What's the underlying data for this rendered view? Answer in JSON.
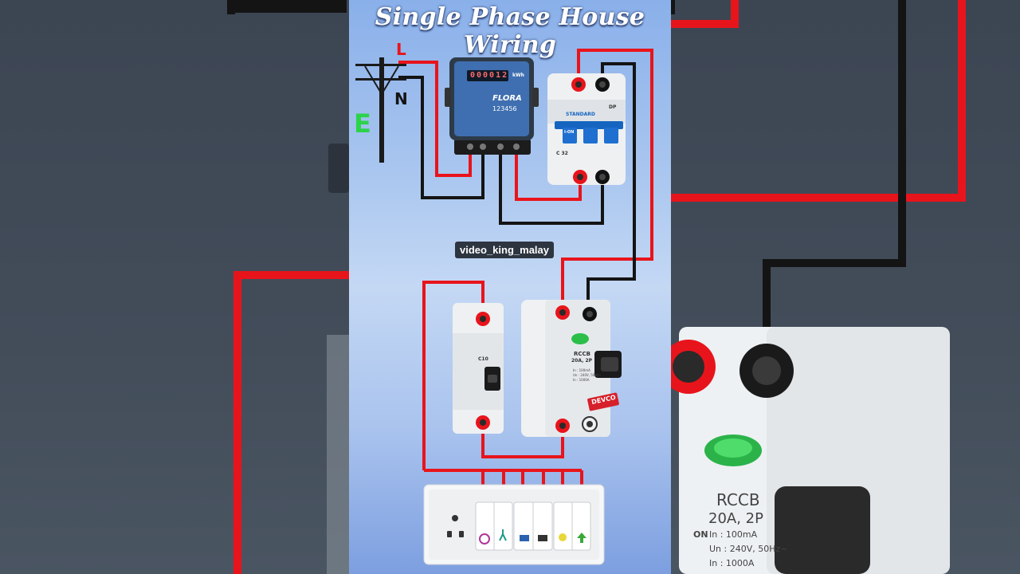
{
  "title": "Single Phase House Wiring",
  "watermark": "video_king_malay",
  "pole_labels": {
    "live": "L",
    "neutral": "N",
    "earth": "E"
  },
  "meter": {
    "brand": "FLORA",
    "reading": "000012",
    "unit": "kWh",
    "serial": "123456"
  },
  "dp_mcb": {
    "brand": "STANDARD",
    "type": "DP",
    "rating": "C 32",
    "on_label": "I-ON"
  },
  "sp_mcb": {
    "rating": "C10"
  },
  "rccb": {
    "name": "RCCB",
    "rating": "20A, 2P",
    "brand": "DEVCO",
    "specs": [
      "In : 100mA",
      "Un : 240V, 50Hz~",
      "In : 1000A"
    ]
  },
  "side_zoom": {
    "rccb_name": "RCCB",
    "rccb_rating": "20A, 2P",
    "on": "ON",
    "specs": [
      "In : 100mA",
      "Un : 240V, 50Hz~",
      "In : 1000A"
    ]
  },
  "colors": {
    "live_wire": "#e8141b",
    "neutral_wire": "#141414",
    "earth_label": "#2bd34a",
    "title_shadow": "#2a3c6a"
  },
  "switchboard_icons": [
    "socket-icon",
    "fan-regulator-icon",
    "fan-icon",
    "tv-icon",
    "switch-icon",
    "bulb-icon",
    "up-arrow-icon"
  ]
}
